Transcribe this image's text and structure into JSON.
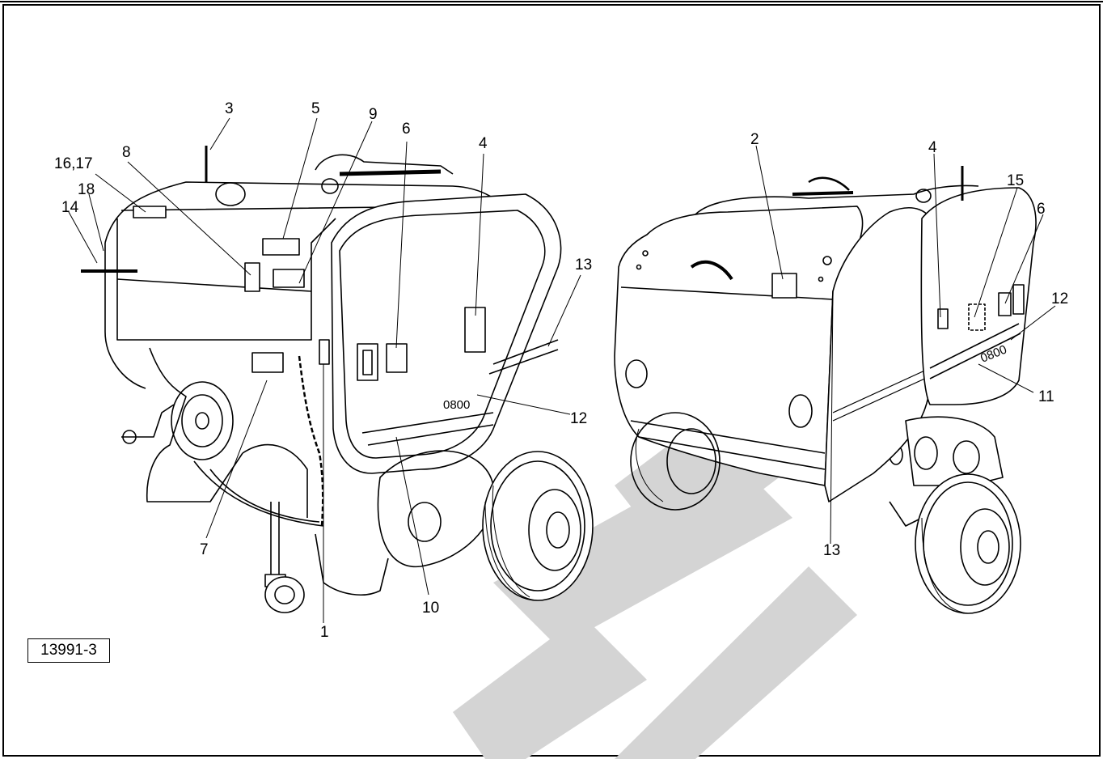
{
  "figure_id": "13991-3",
  "left_view": {
    "callouts": [
      "3",
      "5",
      "9",
      "6",
      "4",
      "16,17",
      "8",
      "18",
      "14",
      "13",
      "12",
      "10",
      "7",
      "1"
    ],
    "counter_text": "0800"
  },
  "right_view": {
    "callouts": [
      "2",
      "4",
      "15",
      "6",
      "12",
      "11",
      "13"
    ],
    "counter_text": "0800"
  },
  "colors": {
    "line": "#000000",
    "watermark": "#d4d4d4",
    "background": "#ffffff"
  }
}
